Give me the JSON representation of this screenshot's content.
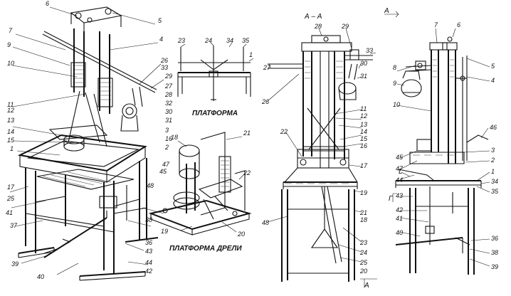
{
  "captions": {
    "platform": "ПЛАТФОРМА",
    "drill_platform": "ПЛАТФОРМА ДРЕЛИ"
  },
  "section_marks": {
    "aa_title": "А – А",
    "a_top": "А",
    "a_bottom": "А",
    "l_mark": "L",
    "g_mark": "Г"
  },
  "labels": {
    "iso": [
      "6",
      "5",
      "7",
      "4",
      "9",
      "26",
      "33",
      "10",
      "29",
      "27",
      "11",
      "12",
      "28",
      "32",
      "30",
      "13",
      "31",
      "14",
      "3",
      "15",
      "16",
      "2",
      "1",
      "17",
      "25",
      "47",
      "45",
      "48",
      "41",
      "37",
      "39",
      "40",
      "38",
      "36",
      "43",
      "44",
      "42"
    ],
    "platform": [
      "23",
      "24",
      "34",
      "35",
      "1"
    ],
    "drill": [
      "18",
      "21",
      "22",
      "19",
      "20"
    ],
    "section": [
      "28",
      "29",
      "33",
      "27",
      "30",
      "31",
      "26",
      "11",
      "12",
      "13",
      "14",
      "15",
      "16",
      "22",
      "17",
      "19",
      "21",
      "18",
      "48",
      "23",
      "24",
      "25",
      "20"
    ],
    "side": [
      "7",
      "6",
      "5",
      "8",
      "4",
      "9",
      "10",
      "46",
      "3",
      "2",
      "45",
      "47",
      "44",
      "1",
      "34",
      "35",
      "43",
      "42",
      "41",
      "40",
      "36",
      "38",
      "39"
    ]
  }
}
